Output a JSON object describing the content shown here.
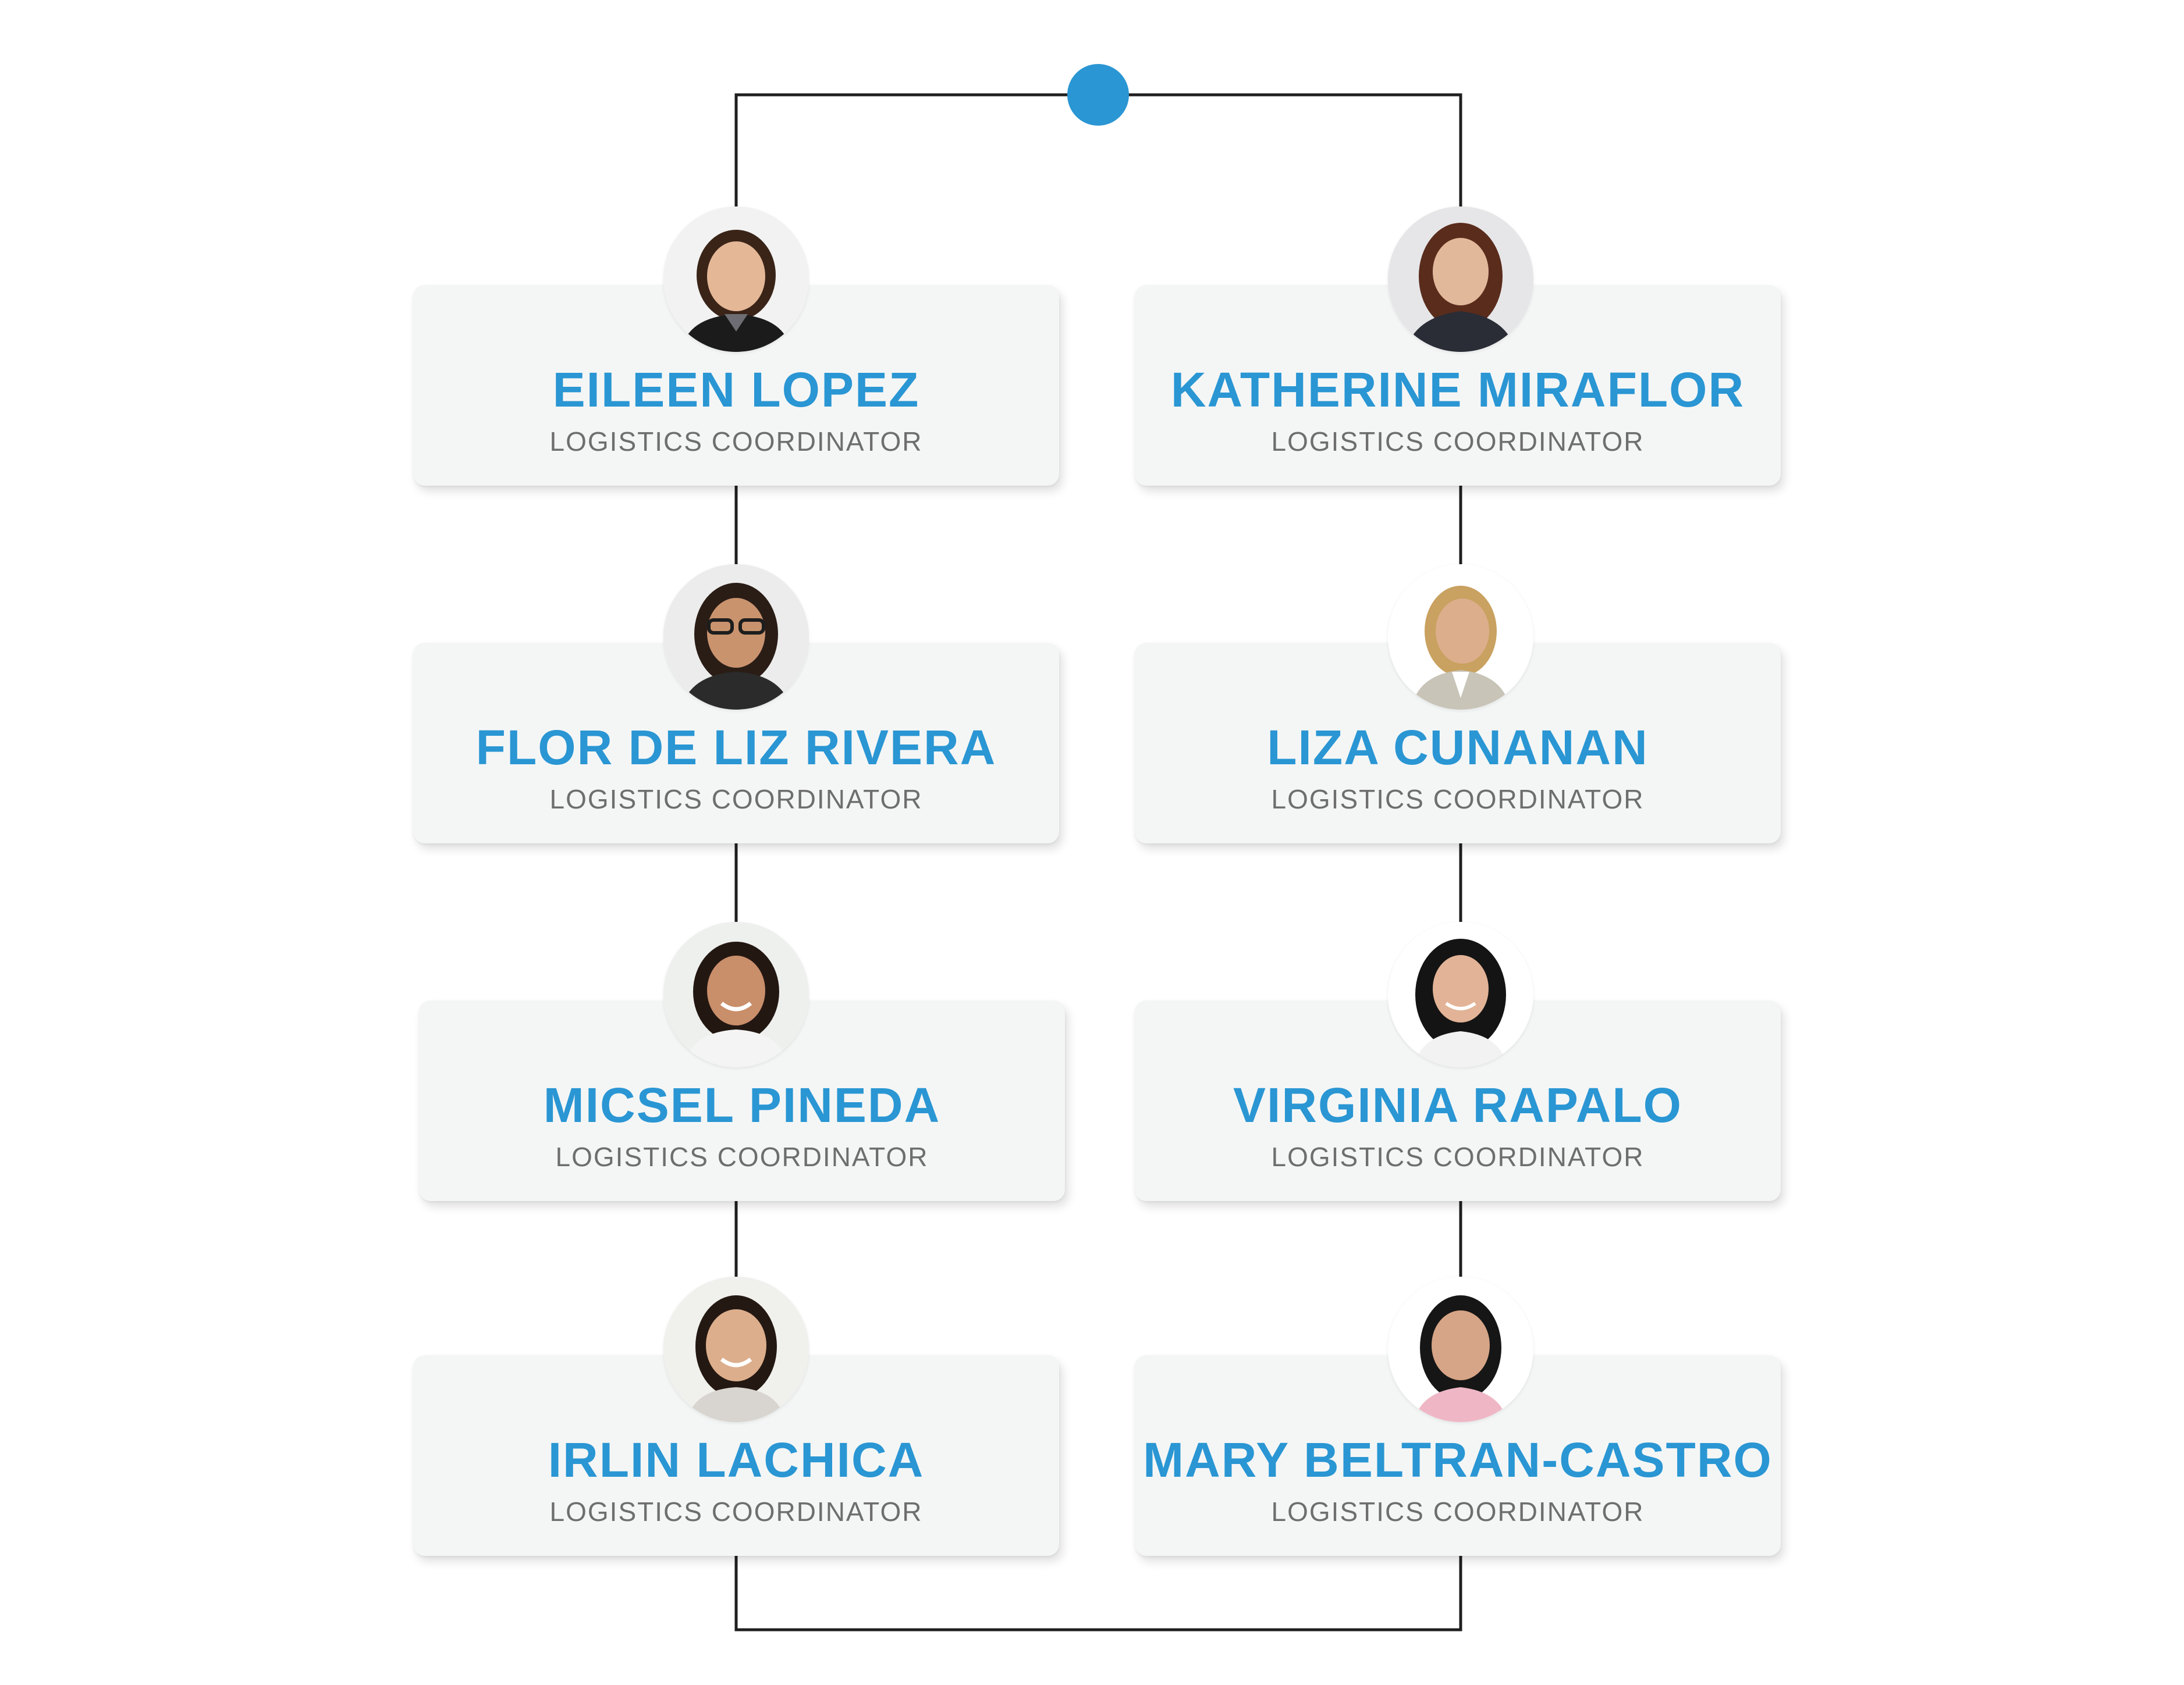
{
  "colors": {
    "accent": "#2a96d3",
    "line": "#1f1f1f",
    "card_bg": "#f4f6f6",
    "role_text": "#6e6e6e"
  },
  "team": {
    "left_column": [
      {
        "name": "EILEEN LOPEZ",
        "role": "LOGISTICS COORDINATOR",
        "photo": "portrait-photo"
      },
      {
        "name": "FLOR DE LIZ RIVERA",
        "role": "LOGISTICS COORDINATOR",
        "photo": "portrait-photo"
      },
      {
        "name": "MICSEL PINEDA",
        "role": "LOGISTICS COORDINATOR",
        "photo": "portrait-photo"
      },
      {
        "name": "IRLIN LACHICA",
        "role": "LOGISTICS COORDINATOR",
        "photo": "portrait-photo"
      }
    ],
    "right_column": [
      {
        "name": "KATHERINE MIRAFLOR",
        "role": "LOGISTICS COORDINATOR",
        "photo": "portrait-photo"
      },
      {
        "name": "LIZA CUNANAN",
        "role": "LOGISTICS COORDINATOR",
        "photo": "portrait-photo"
      },
      {
        "name": "VIRGINIA RAPALO",
        "role": "LOGISTICS COORDINATOR",
        "photo": "portrait-photo"
      },
      {
        "name": "MARY BELTRAN-CASTRO",
        "role": "LOGISTICS COORDINATOR",
        "photo": "portrait-photo"
      }
    ]
  }
}
